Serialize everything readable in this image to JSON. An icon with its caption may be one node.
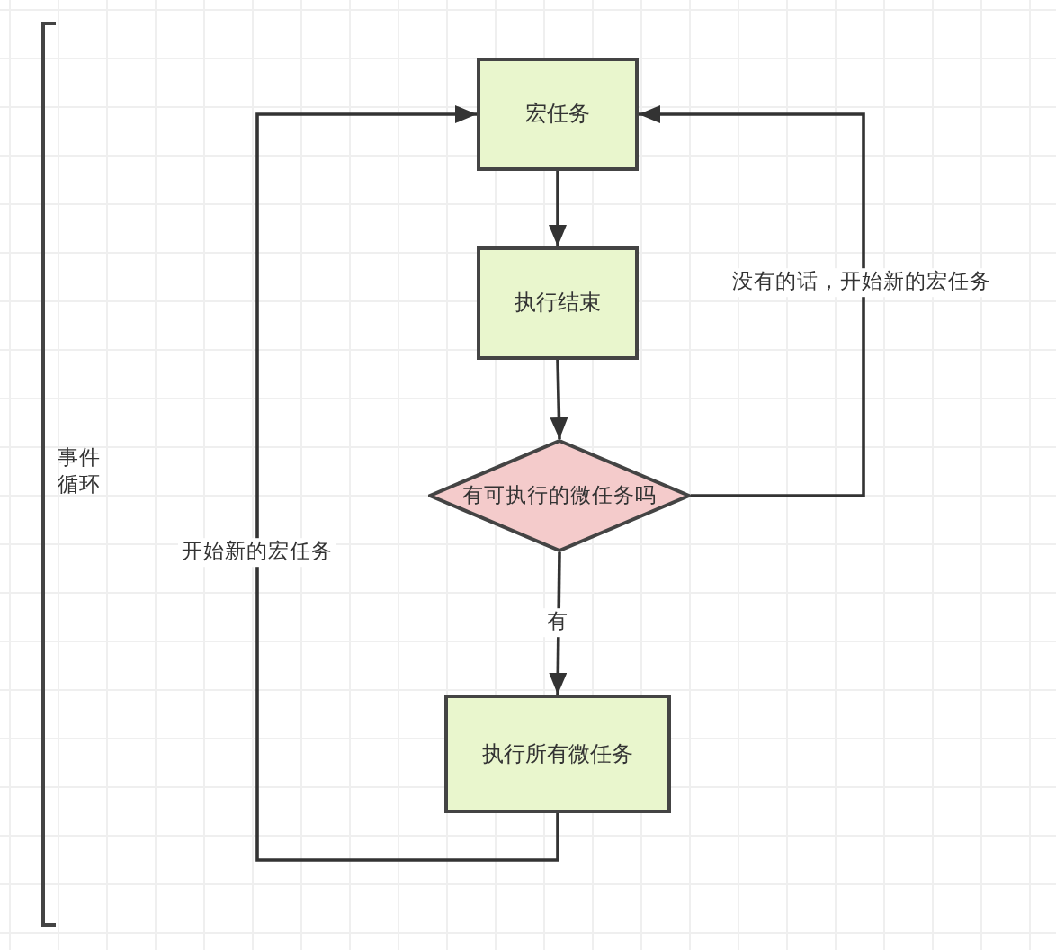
{
  "diagram": {
    "nodes": [
      {
        "text": [
          "宏任务"
        ]
      },
      {
        "text": [
          "执行结束"
        ]
      },
      {
        "text": [
          "有可执行的微任务吗"
        ]
      },
      {
        "text": [
          "执行所有微任务"
        ]
      }
    ],
    "edges": [
      {
        "from": 0,
        "to": 1,
        "arrow": "to"
      },
      {
        "from": 1,
        "to": 2,
        "arrow": "to"
      },
      {
        "from": 2,
        "to": 3,
        "arrow": "to",
        "label": "有"
      },
      {
        "from": 2,
        "to": 0,
        "arrow": "to",
        "label": "没有的话，开始新的宏任务"
      },
      {
        "from": 3,
        "to": 0,
        "arrow": "to",
        "label": "开始新的宏任务"
      }
    ],
    "labels": [
      "事件循环"
    ]
  }
}
